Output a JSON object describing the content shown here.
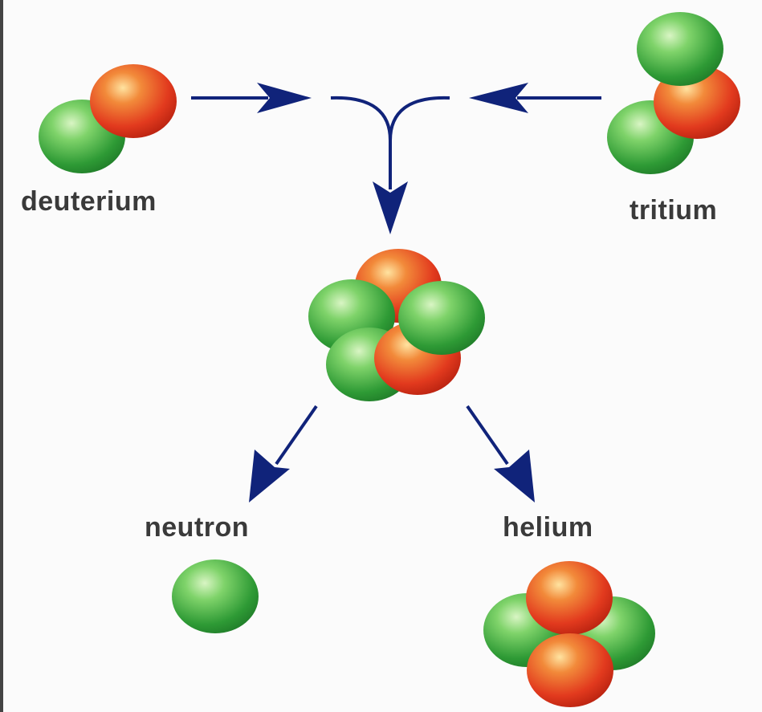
{
  "labels": {
    "deuterium": "deuterium",
    "tritium": "tritium",
    "neutron": "neutron",
    "helium": "helium"
  },
  "colors": {
    "proton": "#e0341f",
    "neutron": "#3faa3a",
    "arrow": "#10237a",
    "label": "#3a3a3a"
  }
}
